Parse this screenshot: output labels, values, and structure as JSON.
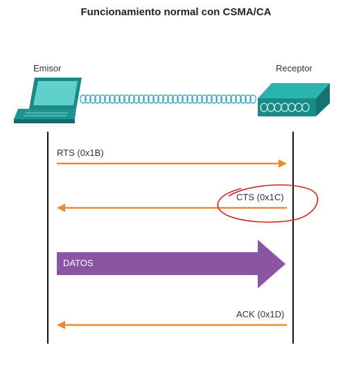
{
  "title": "Funcionamiento normal con CSMA/CA",
  "sender_label": "Emisor",
  "receiver_label": "Receptor",
  "messages": {
    "rts": "RTS (0x1B)",
    "cts": "CTS (0x1C)",
    "data": "DATOS",
    "ack": "ACK (0x1D)"
  },
  "colors": {
    "arrow": "#ee8a2e",
    "data_arrow": "#8a55a3",
    "highlight_circle": "#d8231c",
    "device": "#1a8a87"
  },
  "icons": [
    "laptop-icon",
    "wireless-signal-icon",
    "access-point-icon"
  ]
}
